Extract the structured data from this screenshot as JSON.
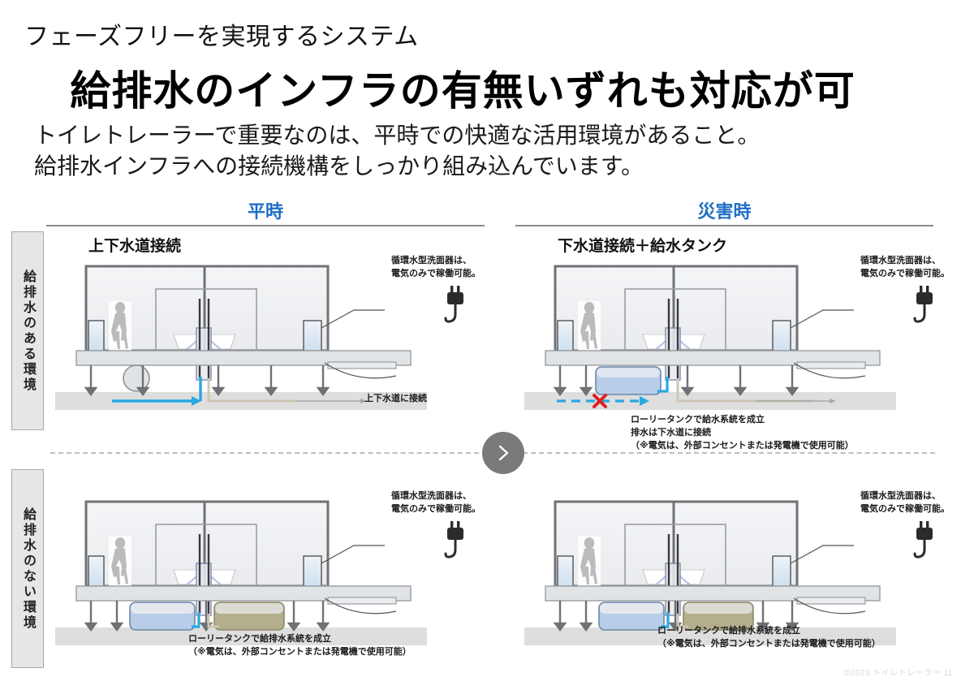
{
  "slide": {
    "eyebrow": "フェーズフリーを実現するシステム",
    "headline": "給排水のインフラの有無いずれも対応が可",
    "lead_line1": "トイレトレーラーで重要なのは、平時での快適な活用環境があること。",
    "lead_line2": "給排水インフラへの接続機構をしっかり組み込んでいます。",
    "footnote": "©2023 トイレトレーラー 11"
  },
  "columns": {
    "left_header": "平時",
    "right_header": "災害時",
    "accent_color": "#1f6fc4"
  },
  "rows": {
    "top_label": "給排水のある環境",
    "bottom_label": "給排水のない環境"
  },
  "panels": {
    "top_left": {
      "subhead": "上下水道接続",
      "callout_line1": "循環水型洗面器は、",
      "callout_line2": "電気のみで稼働可能。",
      "ground_label": "上下水道に接続",
      "icon": "power-plug-icon"
    },
    "top_right": {
      "subhead": "下水道接続＋給水タンク",
      "callout_line1": "循環水型洗面器は、",
      "callout_line2": "電気のみで稼働可能。",
      "anno_line1": "ローリータンクで給水系統を成立",
      "anno_line2": "排水は下水道に接続",
      "anno_line3": "（※電気は、外部コンセントまたは発電機で使用可能）",
      "blocked_marker": "×",
      "icon": "power-plug-icon"
    },
    "bottom_left": {
      "subhead": "",
      "callout_line1": "循環水型洗面器は、",
      "callout_line2": "電気のみで稼働可能。",
      "anno_line1": "ローリータンクで給排水系統を成立",
      "anno_line2": "（※電気は、外部コンセントまたは発電機で使用可能）",
      "icon": "power-plug-icon"
    },
    "bottom_right": {
      "subhead": "",
      "callout_line1": "循環水型洗面器は、",
      "callout_line2": "電気のみで稼働可能。",
      "anno_line1": "ローリータンクで給排水系統を成立",
      "anno_line2": "（※電気は、外部コンセントまたは発電機で使用可能）",
      "icon": "power-plug-icon"
    }
  },
  "divider": {
    "chevron_glyph": "›"
  },
  "colors": {
    "water_blue": "#29a8e0",
    "tank_blue": "#b7cde8",
    "tank_waste": "#b3ae8c",
    "trailer_gray": "#6f7275",
    "ground_gray": "#dcdcdc",
    "blocked_red": "#e02020"
  }
}
